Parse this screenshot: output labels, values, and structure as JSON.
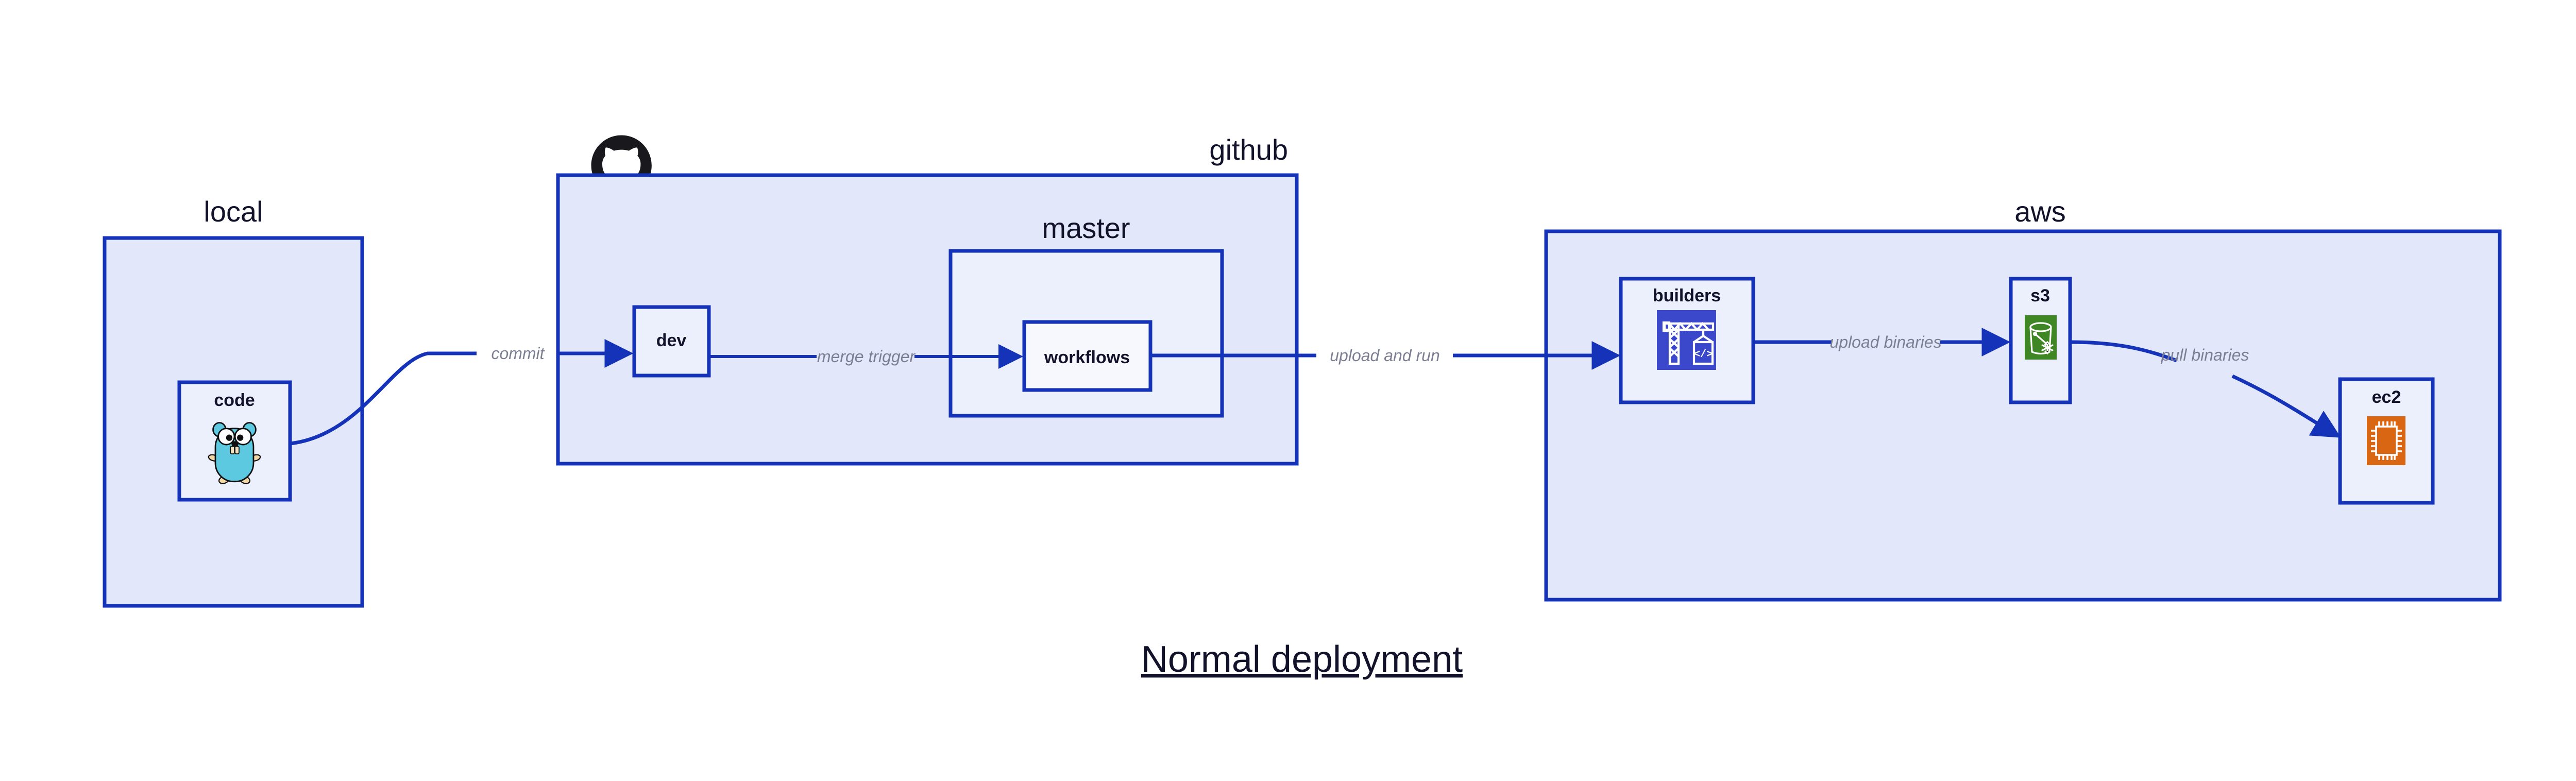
{
  "diagram": {
    "title": "Normal deployment",
    "colors": {
      "container_fill": "#e2e7fa",
      "node_fill": "#eceffc",
      "stroke": "#1433b8",
      "edge_label": "#7c7f94",
      "text": "#12122b",
      "codebuild_icon_bg": "#3b48cc",
      "s3_icon_bg": "#3f8624",
      "ec2_icon_bg": "#d86613",
      "github_logo": "#19191d",
      "gopher_body": "#5dc9e1"
    },
    "groups": [
      {
        "id": "local",
        "label": "local",
        "label_align": "center"
      },
      {
        "id": "github",
        "label": "github",
        "label_align": "right"
      },
      {
        "id": "master",
        "label": "master",
        "label_align": "center"
      },
      {
        "id": "aws",
        "label": "aws",
        "label_align": "right"
      }
    ],
    "nodes": [
      {
        "id": "code",
        "label": "code",
        "icon": "go-gopher-icon"
      },
      {
        "id": "dev",
        "label": "dev",
        "icon": "none"
      },
      {
        "id": "workflows",
        "label": "workflows",
        "icon": "none"
      },
      {
        "id": "builders",
        "label": "builders",
        "icon": "aws-codebuild-icon"
      },
      {
        "id": "s3",
        "label": "s3",
        "icon": "aws-s3-glacier-icon"
      },
      {
        "id": "ec2",
        "label": "ec2",
        "icon": "aws-ec2-icon"
      }
    ],
    "edges": [
      {
        "id": "commit",
        "label": "commit",
        "from": "code",
        "to": "dev"
      },
      {
        "id": "merge-trigger",
        "label": "merge trigger",
        "from": "dev",
        "to": "workflows"
      },
      {
        "id": "upload-run",
        "label": "upload and run",
        "from": "workflows",
        "to": "builders"
      },
      {
        "id": "upload-bin",
        "label": "upload binaries",
        "from": "builders",
        "to": "s3"
      },
      {
        "id": "pull-bin",
        "label": "pull binaries",
        "from": "s3",
        "to": "ec2"
      }
    ],
    "logos": [
      {
        "id": "github-octocat",
        "name": "github-octocat-logo"
      }
    ]
  }
}
